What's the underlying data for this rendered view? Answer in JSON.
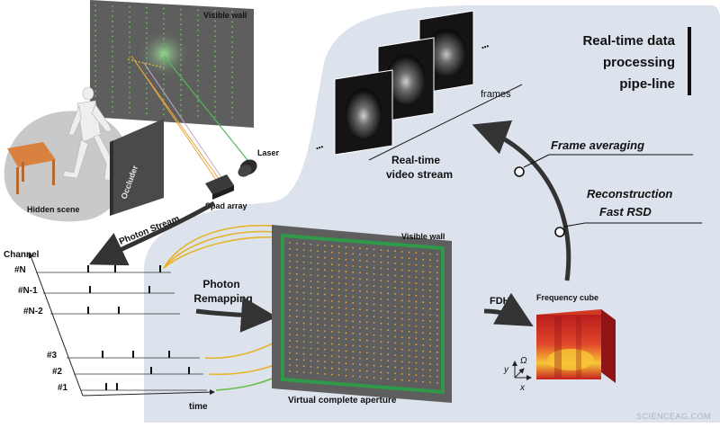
{
  "labels": {
    "visible_wall_top": "Visible wall",
    "laser": "Laser",
    "occluder": "Occluder",
    "hidden_scene": "Hidden scene",
    "spad_array": "Spad array",
    "photon_stream": "Photon Stream",
    "channel": "Channel",
    "time": "time",
    "photon_remapping_line1": "Photon",
    "photon_remapping_line2": "Remapping",
    "visible_wall_center": "Visible wall",
    "virtual_aperture": "Virtual complete aperture",
    "fdh": "FDH",
    "frequency_cube": "Frequency cube",
    "axis_y": "y",
    "axis_x": "x",
    "axis_omega": "Ω",
    "frames": "frames",
    "video_line1": "Real-time",
    "video_line2": "video stream",
    "frame_averaging": "Frame averaging",
    "reconstruction_line1": "Reconstruction",
    "reconstruction_line2": "Fast RSD",
    "pipeline_title_line1": "Real-time data",
    "pipeline_title_line2": "processing",
    "pipeline_title_line3": "pipe-line",
    "dots": "•••",
    "watermark": "SCIENCEAG.COM"
  },
  "channels": [
    {
      "label": "#N"
    },
    {
      "label": "#N-1"
    },
    {
      "label": "#N-2"
    },
    {
      "label": "#3"
    },
    {
      "label": "#2"
    },
    {
      "label": "#1"
    }
  ],
  "colors": {
    "panel": "#dce3ec",
    "wall": "#5e5e5e",
    "aperture_border": "#2f9a4a",
    "dot_orange": "#e8a53a",
    "arrow_dark": "#333333",
    "arrow_yellow": "#e5b42a",
    "arrow_green": "#6abf4b",
    "laser_beam": "#55b85a",
    "heat_red": "#c62020",
    "heat_yellow": "#f7c437"
  }
}
